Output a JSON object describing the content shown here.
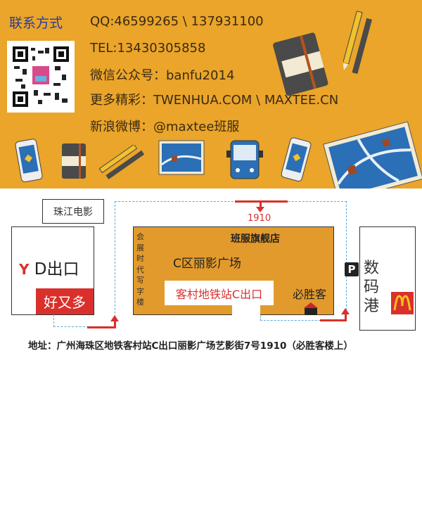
{
  "header": {
    "title": "联系方式",
    "lines": [
      "QQ:46599265 \\ 137931100",
      "TEL:13430305858",
      "微信公众号：banfu2014",
      "更多精彩：TWENHUA.COM \\ MAXTEE.CN",
      "新浪微博：@maxtee班服"
    ],
    "colors": {
      "background": "#eaa52a",
      "title": "#2a3a9e"
    }
  },
  "map": {
    "cinema": "珠江电影",
    "d_exit": "D出口",
    "haoyouduo": "好又多",
    "number": "1910",
    "store": "班服旗舰店",
    "office": "会展时代写字楼",
    "plaza": "C区丽影广场",
    "c_exit": "客村地铁站C出口",
    "pizza": "必胜客",
    "parking": "P",
    "digital": "数码港"
  },
  "address": "地址：广州海珠区地铁客村站C出口丽影广场艺影街7号1910（必胜客楼上）"
}
